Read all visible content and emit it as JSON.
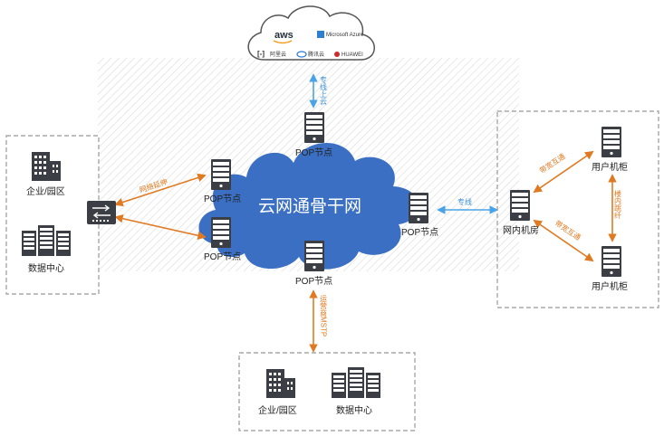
{
  "cloud_providers": {
    "aws": "aws",
    "azure": "Microsoft Azure",
    "aliyun": "阿里云",
    "tencent": "腾讯云",
    "huawei": "HUAWEI"
  },
  "backbone": {
    "title": "云网通骨干网",
    "pop_top": "POP节点",
    "pop_left_upper": "POP节点",
    "pop_left_lower": "POP节点",
    "pop_right": "POP节点",
    "pop_bottom": "POP节点"
  },
  "left_site": {
    "enterprise": "企业/园区",
    "datacenter": "数据中心"
  },
  "bottom_site": {
    "enterprise": "企业/园区",
    "datacenter": "数据中心"
  },
  "right_site": {
    "idc_room": "网内机房",
    "cabinet_top": "用户机柜",
    "cabinet_bottom": "用户机柜"
  },
  "links": {
    "cloud_link": "专线上云",
    "left_link": "网络延伸",
    "right_link": "专线",
    "bottom_link": "运营商MSTP",
    "cross_connect_top": "带宽互通",
    "cross_connect_bottom": "带宽互通",
    "cabinet_link": "楼内跳纤"
  },
  "colors": {
    "cloud_blue": "#3a6fc4",
    "orange": "#e07a22",
    "light_blue": "#4aa3e6",
    "server_dark": "#3b3f45",
    "dashed": "#a8a8a8"
  }
}
